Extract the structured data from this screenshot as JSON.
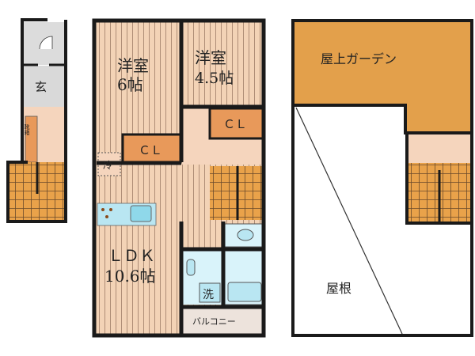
{
  "rooms": {
    "entrance": "玄",
    "shoe_box": "靴箱",
    "western_room_1": {
      "name": "洋室",
      "size": "6帖"
    },
    "western_room_2": {
      "name": "洋室",
      "size": "4.5帖"
    },
    "closet_1": "ＣＬ",
    "closet_2": "ＣＬ",
    "fridge": "冷",
    "ldk": {
      "name": "ＬＤＫ",
      "size": "10.6帖"
    },
    "washer": "洗",
    "balcony": "バルコニー",
    "roof_garden": "屋上ガーデン",
    "roof": "屋根"
  },
  "colors": {
    "floor_stripe": "#f2cfb0",
    "hall": "#f5d5bd",
    "closet": "#e8995a",
    "stairs": "#e9a24a",
    "entrance": "#d9d9d9",
    "water": "#b9e6f2",
    "garden": "#e3a04b",
    "wall": "#1a1a1a"
  }
}
